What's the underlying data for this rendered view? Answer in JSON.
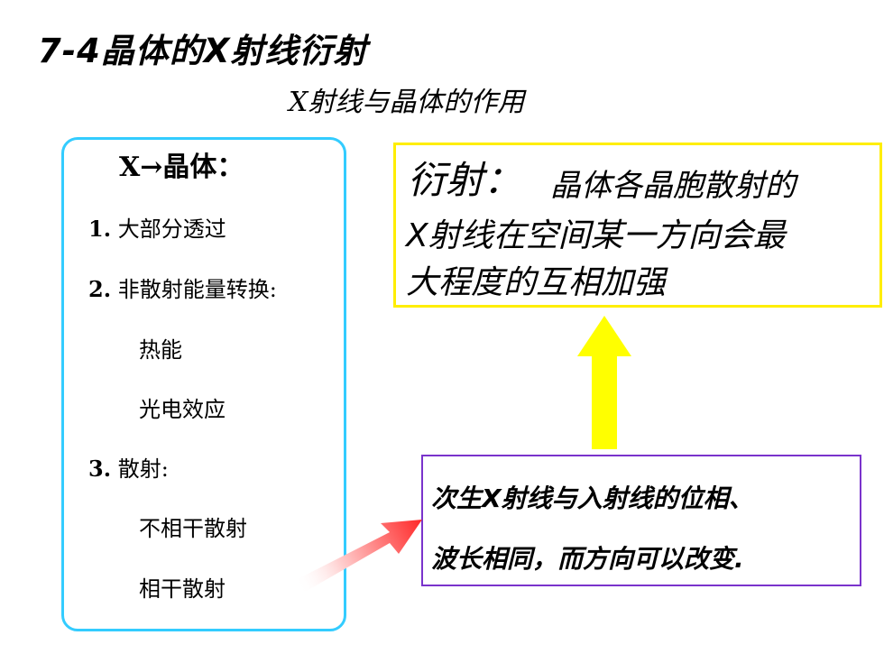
{
  "slide": {
    "title": "7-4晶体的X射线衍射",
    "subtitle": "X射线与晶体的作用"
  },
  "left_panel": {
    "heading": "X→晶体：",
    "items": [
      {
        "num": "1.",
        "text": "大部分透过"
      },
      {
        "num": "2.",
        "text": "非散射能量转换:"
      },
      {
        "num": "",
        "text": "热能"
      },
      {
        "num": "",
        "text": "光电效应"
      },
      {
        "num": "3.",
        "text": "散射:"
      },
      {
        "num": "",
        "text": "不相干散射"
      },
      {
        "num": "",
        "text": "相干散射"
      }
    ]
  },
  "diffraction_box": {
    "term": "衍射：",
    "line1": "晶体各晶胞散射的",
    "line2": "X射线在空间某一方向会最",
    "line3": "大程度的互相加强"
  },
  "secondary_box": {
    "line1": "次生X射线与入射线的位相、",
    "line2": "波长相同，而方向可以改变."
  },
  "colors": {
    "left_border": "#33ccff",
    "diffraction_border": "#ffee00",
    "secondary_border": "#7a33cc",
    "up_arrow": "#ffff00",
    "diagonal_arrow": "#ff3333"
  }
}
